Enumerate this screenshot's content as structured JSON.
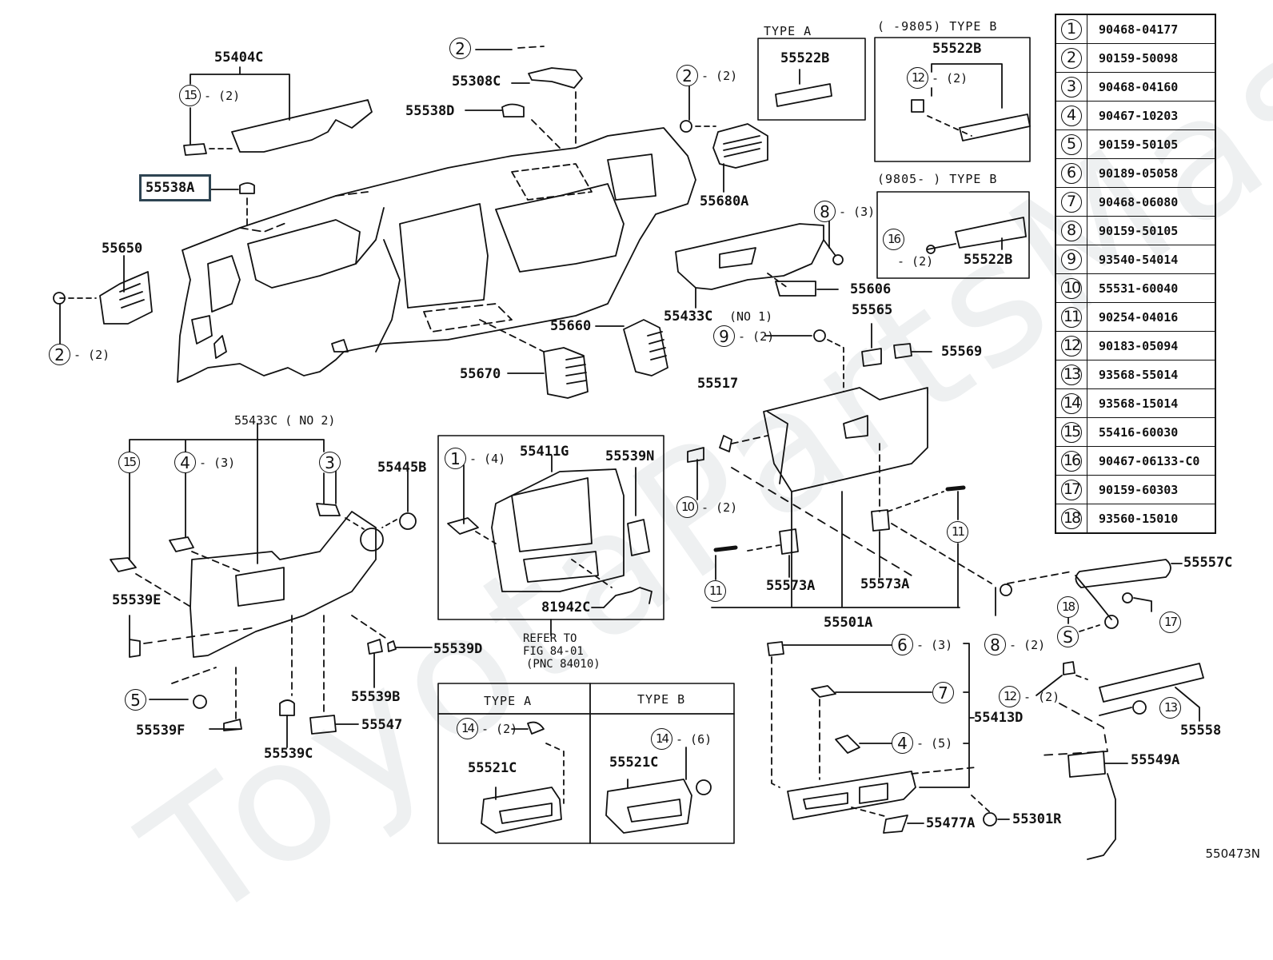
{
  "diagram": {
    "figure_id": "550473N",
    "watermark": "ToyotaPartsMaster",
    "highlighted_part": "55538A"
  },
  "parts_table": [
    {
      "ref": "1",
      "part_number": "90468-04177"
    },
    {
      "ref": "2",
      "part_number": "90159-50098"
    },
    {
      "ref": "3",
      "part_number": "90468-04160"
    },
    {
      "ref": "4",
      "part_number": "90467-10203"
    },
    {
      "ref": "5",
      "part_number": "90159-50105"
    },
    {
      "ref": "6",
      "part_number": "90189-05058"
    },
    {
      "ref": "7",
      "part_number": "90468-06080"
    },
    {
      "ref": "8",
      "part_number": "90159-50105"
    },
    {
      "ref": "9",
      "part_number": "93540-54014"
    },
    {
      "ref": "10",
      "part_number": "55531-60040"
    },
    {
      "ref": "11",
      "part_number": "90254-04016"
    },
    {
      "ref": "12",
      "part_number": "90183-05094"
    },
    {
      "ref": "13",
      "part_number": "93568-55014"
    },
    {
      "ref": "14",
      "part_number": "93568-15014"
    },
    {
      "ref": "15",
      "part_number": "55416-60030"
    },
    {
      "ref": "16",
      "part_number": "90467-06133-C0"
    },
    {
      "ref": "17",
      "part_number": "90159-60303"
    },
    {
      "ref": "18",
      "part_number": "93560-15010"
    }
  ],
  "part_labels": {
    "p55404C": "55404C",
    "p55538A": "55538A",
    "p55650": "55650",
    "p55308C": "55308C",
    "p55538D": "55538D",
    "p55680A": "55680A",
    "p55522B_a": "55522B",
    "p55522B_b": "55522B",
    "p55522B_c": "55522B",
    "p55433C_1": "55433C",
    "p55433C_1_note": "(NO 1)",
    "p55606": "55606",
    "p55565": "55565",
    "p55569": "55569",
    "p55660": "55660",
    "p55670": "55670",
    "p55517": "55517",
    "p55433C_2": "55433C ( NO 2)",
    "p55445B": "55445B",
    "p55411G": "55411G",
    "p55539N": "55539N",
    "p81942C": "81942C",
    "p55539E": "55539E",
    "p55539D": "55539D",
    "p55539B": "55539B",
    "p55539F": "55539F",
    "p55539C": "55539C",
    "p55547": "55547",
    "p55573A_a": "55573A",
    "p55573A_b": "55573A",
    "p55501A": "55501A",
    "p55557C": "55557C",
    "p55413D": "55413D",
    "p55558": "55558",
    "p55549A": "55549A",
    "p55301R": "55301R",
    "p55477A": "55477A",
    "p55521C_a": "55521C",
    "p55521C_b": "55521C"
  },
  "notes": {
    "refer_line1": "REFER TO",
    "refer_line2": "FIG 84-01",
    "refer_line3": "(PNC 84010)"
  },
  "type_headers": {
    "top_type_a": "TYPE  A",
    "top_type_b_early": "(    -9805) TYPE  B",
    "top_type_b_late": "(9805-      ) TYPE  B",
    "bottom_type_a": "TYPE  A",
    "bottom_type_b": "TYPE  B"
  },
  "callouts": [
    {
      "id": "c15a",
      "ref": "15",
      "qty": "- (2)"
    },
    {
      "id": "c2a",
      "ref": "2",
      "qty": ""
    },
    {
      "id": "c2b",
      "ref": "2",
      "qty": "- (2)"
    },
    {
      "id": "c2c",
      "ref": "2",
      "qty": "- (2)"
    },
    {
      "id": "c12a",
      "ref": "12",
      "qty": "- (2)"
    },
    {
      "id": "c8a",
      "ref": "8",
      "qty": "- (3)"
    },
    {
      "id": "c16",
      "ref": "16",
      "qty": "- (2)"
    },
    {
      "id": "c9",
      "ref": "9",
      "qty": "- (2)"
    },
    {
      "id": "c10",
      "ref": "10",
      "qty": "- (2)"
    },
    {
      "id": "c15b",
      "ref": "15",
      "qty": ""
    },
    {
      "id": "c4a",
      "ref": "4",
      "qty": "- (3)"
    },
    {
      "id": "c3",
      "ref": "3",
      "qty": ""
    },
    {
      "id": "c1",
      "ref": "1",
      "qty": "- (4)"
    },
    {
      "id": "c5",
      "ref": "5",
      "qty": ""
    },
    {
      "id": "c11a",
      "ref": "11",
      "qty": ""
    },
    {
      "id": "c11b",
      "ref": "11",
      "qty": ""
    },
    {
      "id": "c8b",
      "ref": "8",
      "qty": "- (2)"
    },
    {
      "id": "c18",
      "ref": "18",
      "qty": ""
    },
    {
      "id": "cS",
      "ref": "S",
      "qty": ""
    },
    {
      "id": "c17",
      "ref": "17",
      "qty": ""
    },
    {
      "id": "c6",
      "ref": "6",
      "qty": "- (3)"
    },
    {
      "id": "c7",
      "ref": "7",
      "qty": ""
    },
    {
      "id": "c4b",
      "ref": "4",
      "qty": "- (5)"
    },
    {
      "id": "c12b",
      "ref": "12",
      "qty": "- (2)"
    },
    {
      "id": "c13",
      "ref": "13",
      "qty": ""
    },
    {
      "id": "c14a",
      "ref": "14",
      "qty": "- (2)"
    },
    {
      "id": "c14b",
      "ref": "14",
      "qty": "- (6)"
    }
  ]
}
